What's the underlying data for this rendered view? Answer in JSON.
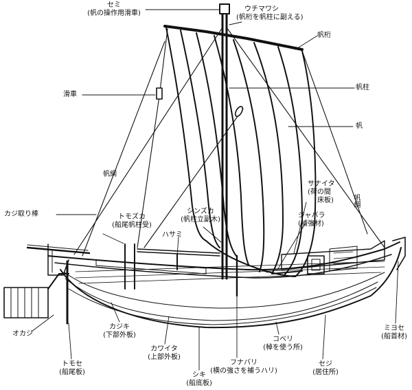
{
  "labels": {
    "semi": {
      "name": "セミ",
      "note": "(帆の操作用滑車)"
    },
    "uchimawashi": {
      "name": "ウチマワシ",
      "note": "(帆桁を帆柱に副える)"
    },
    "hogeta": {
      "name": "帆桁"
    },
    "kassha": {
      "name": "滑車"
    },
    "hobashira": {
      "name": "帆柱"
    },
    "ho": {
      "name": "帆"
    },
    "hozuna_left": {
      "name": "帆綱"
    },
    "hozuna_right": {
      "name": "帆綱"
    },
    "sanaita": {
      "name": "サナイタ",
      "note1": "(荷の間",
      "note2": "床板)"
    },
    "kajitoribo": {
      "name": "カジ取り棒"
    },
    "tomozuka": {
      "name": "トモズカ",
      "note": "(船尾帆柱受)"
    },
    "shinzuka": {
      "name": "シンズカ",
      "note": "(帆柱立副木)"
    },
    "jabara": {
      "name": "ジャバラ",
      "note": "(補強材)"
    },
    "hasami": {
      "name": "ハサミ"
    },
    "kajiki": {
      "name": "カジキ",
      "note": "(下部外板)"
    },
    "okaji": {
      "name": "オカジ"
    },
    "kawaita": {
      "name": "カワイタ",
      "note": "(上部外板)"
    },
    "kobe": {
      "name": "コベリ",
      "note": "(棹を使う所)"
    },
    "miyose": {
      "name": "ミヨセ",
      "note": "(船首材)"
    },
    "tomose": {
      "name": "トモセ",
      "note": "(船尾板)"
    },
    "funabari": {
      "name": "フナバリ",
      "note": "(横の強さを補うハリ)"
    },
    "seji": {
      "name": "セジ",
      "note": "(居住所)"
    },
    "shiki": {
      "name": "シキ",
      "note": "(船底板)"
    }
  }
}
